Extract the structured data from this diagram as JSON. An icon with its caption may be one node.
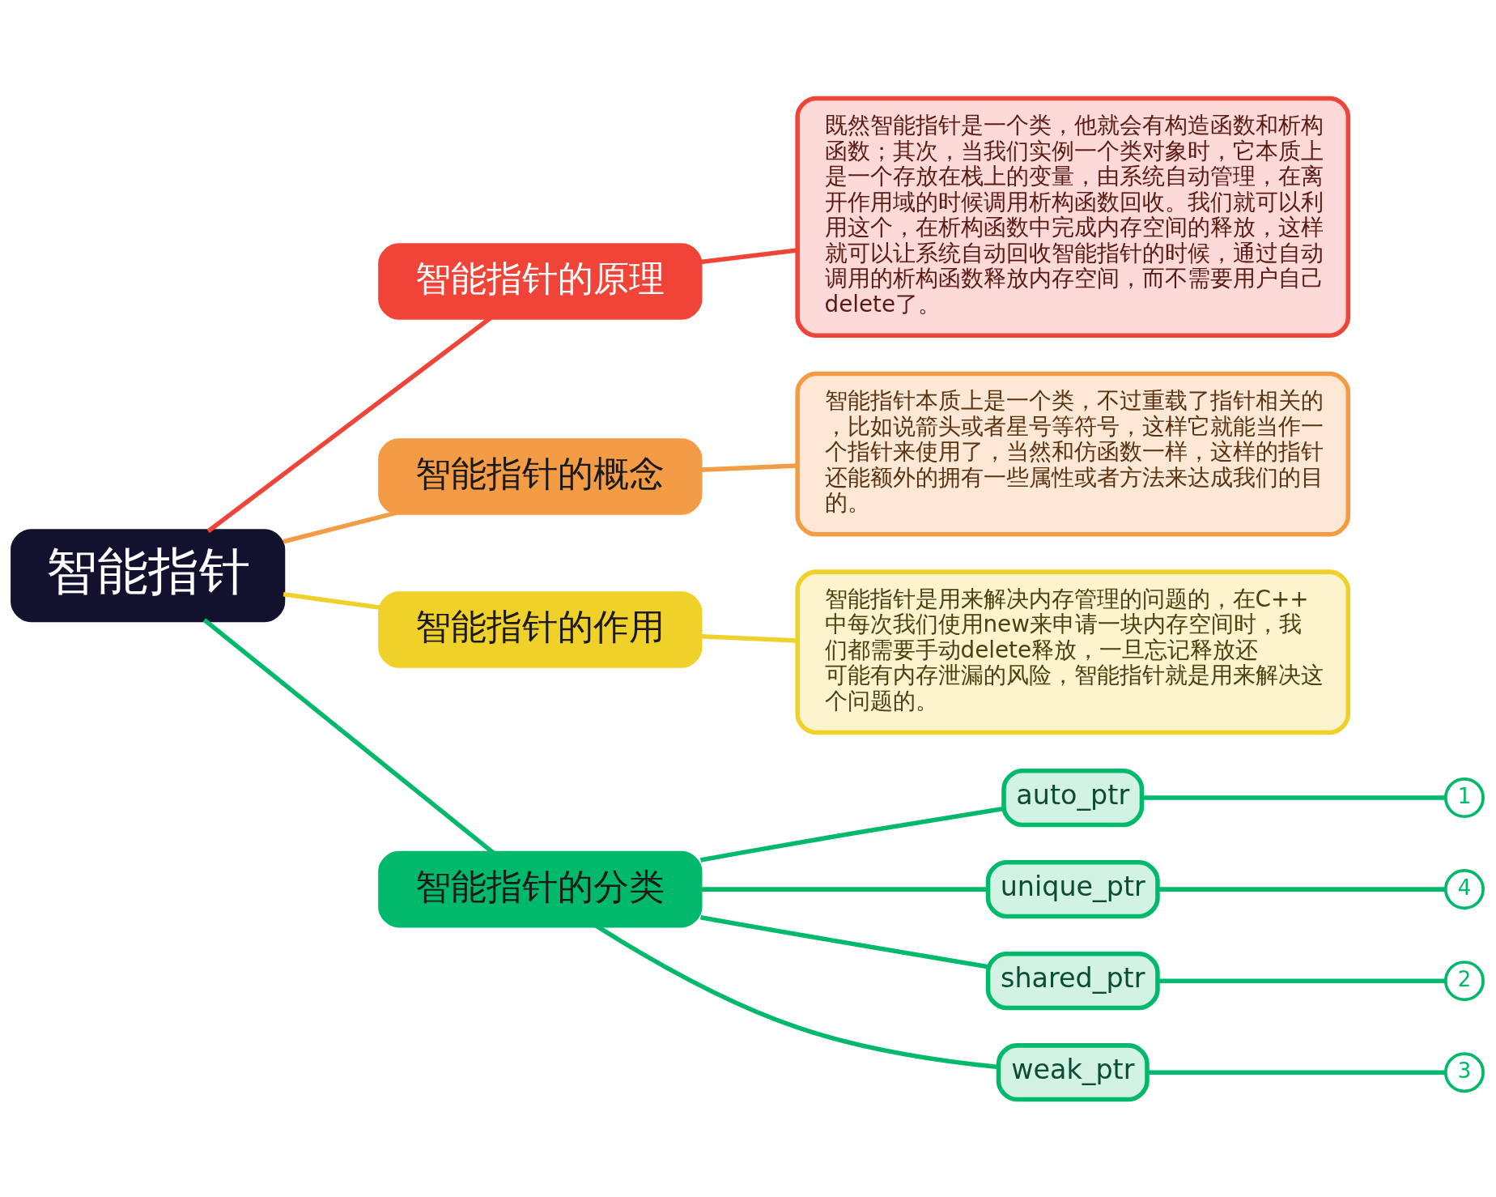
{
  "diagram": {
    "nodes": [
      {
        "text": [
          "智能指针"
        ]
      },
      {
        "text": [
          "智能指针的原理"
        ]
      },
      {
        "text": [
          "既然智能指针是一个类，他就会有构造函数和析构函数；其次，当我们实例一个类对象时，它本质上是一个存放在栈上的变量，由系统自动管理，在离开作用域的时候调用析构函数回收。我们就可以利用这个，在析构函数中完成内存空间的释放，这样就可以让系统自动回收智能指针的时候，通过自动调用的析构函数释放内存空间，而不需要用户自己delete了。"
        ]
      },
      {
        "text": [
          "智能指针的概念"
        ]
      },
      {
        "text": [
          "智能指针本质上是一个类，不过重载了指针相关的，比如说箭头或者星号等符号，这样它就能当作一个指针来使用了，当然和仿函数一样，这样的指针还能额外的拥有一些属性或者方法来达成我们的目的。"
        ]
      },
      {
        "text": [
          "智能指针的作用"
        ]
      },
      {
        "text": [
          "智能指针是用来解决内存管理的问题的，在C++中每次我们使用new来申请一块内存空间时，我们都需要手动delete释放，一旦忘记释放还可能有内存泄漏的风险，智能指针就是用来解决这个问题的。"
        ]
      },
      {
        "text": [
          "智能指针的分类"
        ]
      },
      {
        "text": [
          "auto_ptr"
        ]
      },
      {
        "text": [
          "1"
        ]
      },
      {
        "text": [
          "unique_ptr"
        ]
      },
      {
        "text": [
          "4"
        ]
      },
      {
        "text": [
          "shared_ptr"
        ]
      },
      {
        "text": [
          "2"
        ]
      },
      {
        "text": [
          "weak_ptr"
        ]
      },
      {
        "text": [
          "3"
        ]
      }
    ],
    "edges": [
      {
        "from": 0,
        "to": 1,
        "arrow": "none",
        "color": "#f04438"
      },
      {
        "from": 1,
        "to": 2,
        "arrow": "none",
        "color": "#f04438"
      },
      {
        "from": 0,
        "to": 3,
        "arrow": "none",
        "color": "#f39b45"
      },
      {
        "from": 3,
        "to": 4,
        "arrow": "none",
        "color": "#f39b45"
      },
      {
        "from": 0,
        "to": 5,
        "arrow": "none",
        "color": "#f0d12a"
      },
      {
        "from": 5,
        "to": 6,
        "arrow": "none",
        "color": "#f0d12a"
      },
      {
        "from": 0,
        "to": 7,
        "arrow": "none"
      },
      {
        "from": 7,
        "to": 8,
        "arrow": "none"
      },
      {
        "from": 8,
        "to": 9,
        "arrow": "none"
      },
      {
        "from": 7,
        "to": 10,
        "arrow": "none"
      },
      {
        "from": 10,
        "to": 11,
        "arrow": "none"
      },
      {
        "from": 7,
        "to": 12,
        "arrow": "none"
      },
      {
        "from": 12,
        "to": 13,
        "arrow": "none"
      },
      {
        "from": 7,
        "to": 14,
        "arrow": "none"
      },
      {
        "from": 14,
        "to": 15,
        "arrow": "none"
      }
    ]
  }
}
